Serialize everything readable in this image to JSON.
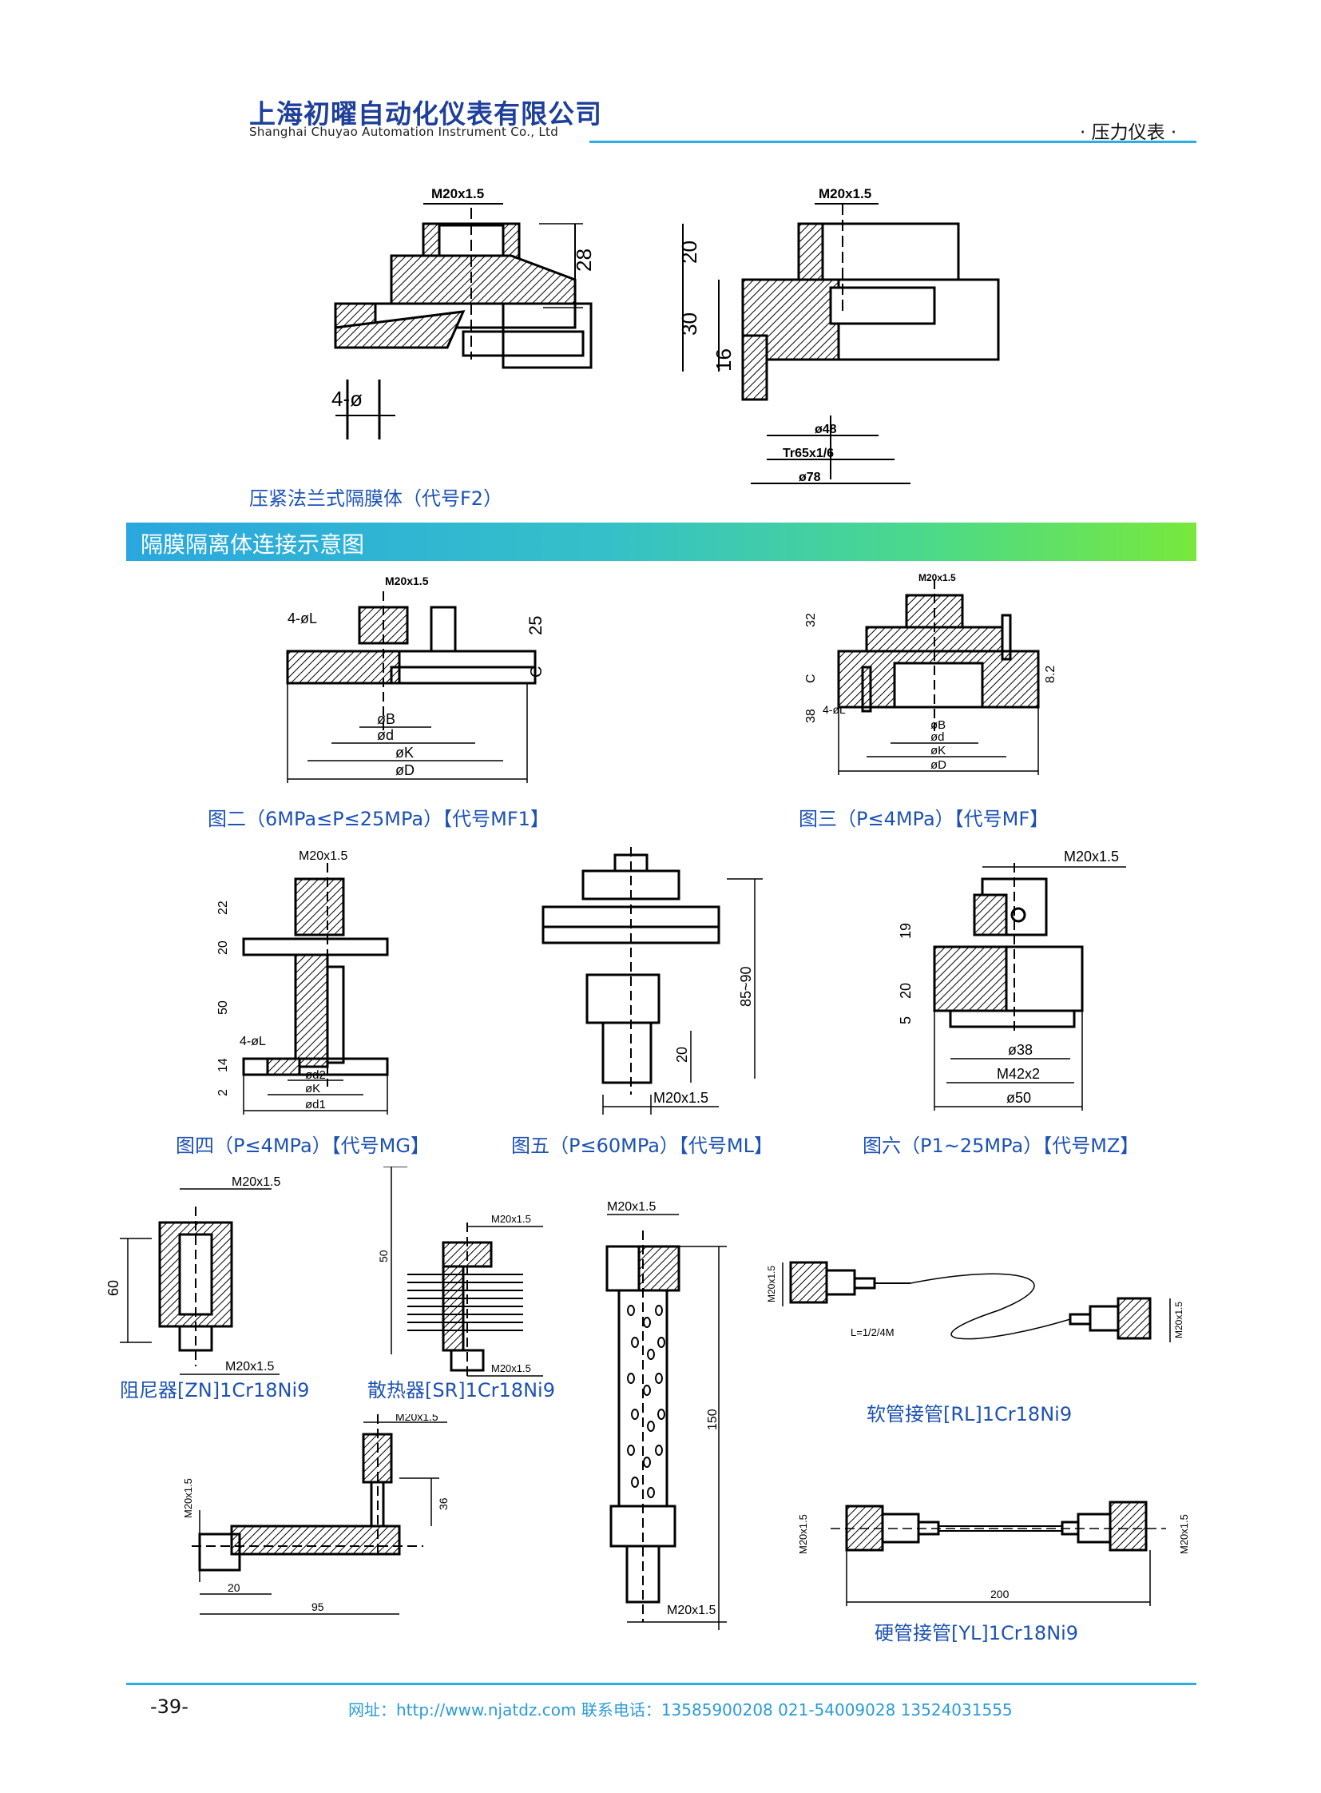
{
  "header": {
    "company_cn": "上海初曜自动化仪表有限公司",
    "company_en": "Shanghai Chuyao Automation Instrument Co., Ltd",
    "category": "· 压力仪表 ·"
  },
  "top_figure": {
    "left_dims": [
      "M20x1.5",
      "28",
      "4-ø"
    ],
    "right_dims": [
      "M20x1.5",
      "20",
      "30",
      "16",
      "ø48",
      "Tr65x1/6",
      "ø78"
    ],
    "caption": "压紧法兰式隔膜体（代号F2）"
  },
  "section": {
    "title": "隔膜隔离体连接示意图"
  },
  "fig2": {
    "dims": [
      "M20x1.5",
      "4-øL",
      "25",
      "C",
      "øB",
      "ød",
      "øK",
      "øD"
    ],
    "caption": "图二（6MPa≤P≤25MPa）【代号MF1】"
  },
  "fig3": {
    "dims": [
      "M20x1.5",
      "32",
      "C",
      "38",
      "4-øL",
      "8.2",
      "øB",
      "ød",
      "øK",
      "øD"
    ],
    "caption": "图三（P≤4MPa）【代号MF】"
  },
  "fig4": {
    "dims": [
      "M20x1.5",
      "22",
      "20",
      "50",
      "4-øL",
      "14",
      "2",
      "ød2",
      "øK",
      "ød1"
    ],
    "caption": "图四（P≤4MPa）【代号MG】"
  },
  "fig5": {
    "dims": [
      "85~90",
      "20",
      "M20x1.5"
    ],
    "caption": "图五（P≤60MPa）【代号ML】"
  },
  "fig6": {
    "dims": [
      "M20x1.5",
      "19",
      "20",
      "5",
      "ø38",
      "M42x2",
      "ø50"
    ],
    "caption": "图六（P1~25MPa）【代号MZ】"
  },
  "damper": {
    "dims": [
      "M20x1.5",
      "60",
      "M20x1.5"
    ],
    "caption": "阻尼器[ZN]1Cr18Ni9"
  },
  "radiator": {
    "dims": [
      "M20x1.5",
      "50",
      "M20x1.5"
    ],
    "caption": "散热器[SR]1Cr18Ni9"
  },
  "long_pipe": {
    "dims": [
      "M20x1.5",
      "150",
      "M20x1.5"
    ]
  },
  "elbow": {
    "dims": [
      "M20x1.5",
      "M20x1.5",
      "36",
      "20",
      "95"
    ]
  },
  "hose": {
    "dims": [
      "M20x1.5",
      "L=1/2/4M",
      "M20x1.5"
    ],
    "caption": "软管接管[RL]1Cr18Ni9"
  },
  "rigid": {
    "dims": [
      "M20x1.5",
      "200",
      "M20x1.5"
    ],
    "caption": "硬管接管[YL]1Cr18Ni9"
  },
  "footer": {
    "page": "-39-",
    "info": "网址：http://www.njatdz.com   联系电话：13585900208  021-54009028  13524031555"
  }
}
